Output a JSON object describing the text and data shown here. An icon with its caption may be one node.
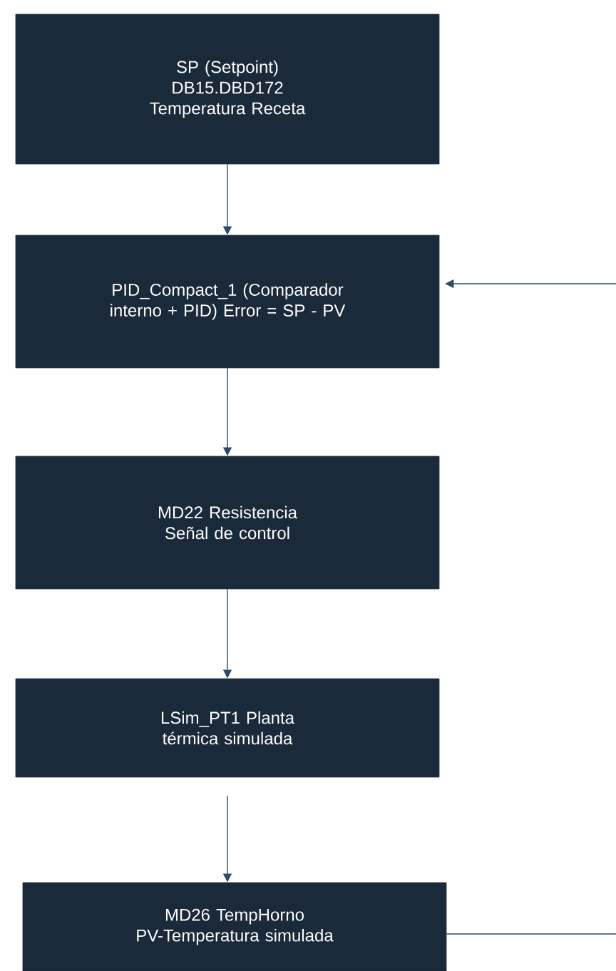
{
  "diagram": {
    "nodes": [
      {
        "text": [
          "SP (Setpoint) DB15.DBD172 Temperatura Receta"
        ]
      },
      {
        "text": [
          "PID_Compact_1 (Comparador interno + PID) Error = SP - PV"
        ]
      },
      {
        "text": [
          "MD22 Resistencia Señal de control"
        ]
      },
      {
        "text": [
          "LSim_PT1 Planta térmica simulada"
        ]
      },
      {
        "text": [
          "MD26 TempHorno PV-Temperatura simulada"
        ]
      }
    ],
    "edges": [
      {
        "from": 0,
        "to": 1,
        "arrow": "to"
      },
      {
        "from": 1,
        "to": 2,
        "arrow": "to"
      },
      {
        "from": 2,
        "to": 3,
        "arrow": "to"
      },
      {
        "from": 3,
        "to": 4,
        "arrow": "to"
      },
      {
        "from": null,
        "to": 1,
        "arrow": "to"
      },
      {
        "from": 4,
        "to": null,
        "arrow": "none"
      }
    ]
  }
}
